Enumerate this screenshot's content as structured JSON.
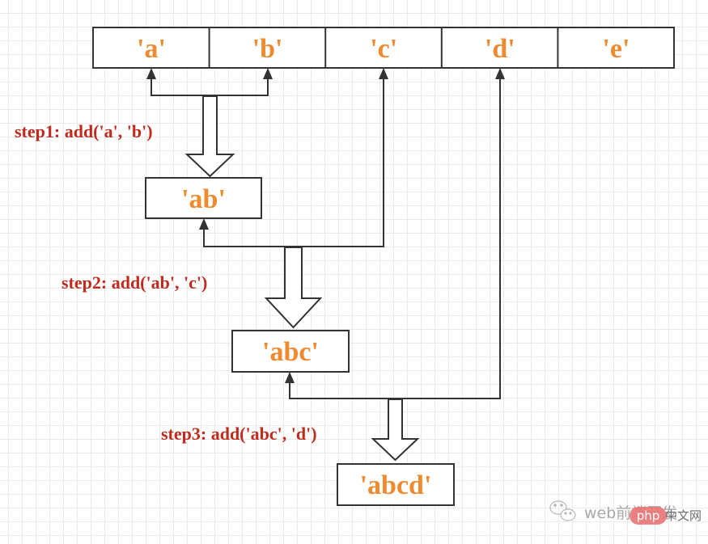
{
  "colors": {
    "value_text": "#ef8a2f",
    "step_text": "#c02b1e",
    "stroke": "#333333",
    "watermark": "#9a9a9a",
    "watermark_badge": "#e85c5c"
  },
  "array": {
    "cells": [
      "'a'",
      "'b'",
      "'c'",
      "'d'",
      "'e'"
    ]
  },
  "steps": [
    {
      "label": "step1: add('a', 'b')",
      "result": "'ab'",
      "inputs": [
        "'a'",
        "'b'"
      ]
    },
    {
      "label": "step2: add('ab', 'c')",
      "result": "'abc'",
      "inputs": [
        "'ab'",
        "'c'"
      ]
    },
    {
      "label": "step3: add('abc', 'd')",
      "result": "'abcd'",
      "inputs": [
        "'abc'",
        "'d'"
      ]
    }
  ],
  "watermark": {
    "icon": "wechat-icon",
    "text": "web前端开发",
    "badge": "php",
    "suffix": "中文网"
  }
}
